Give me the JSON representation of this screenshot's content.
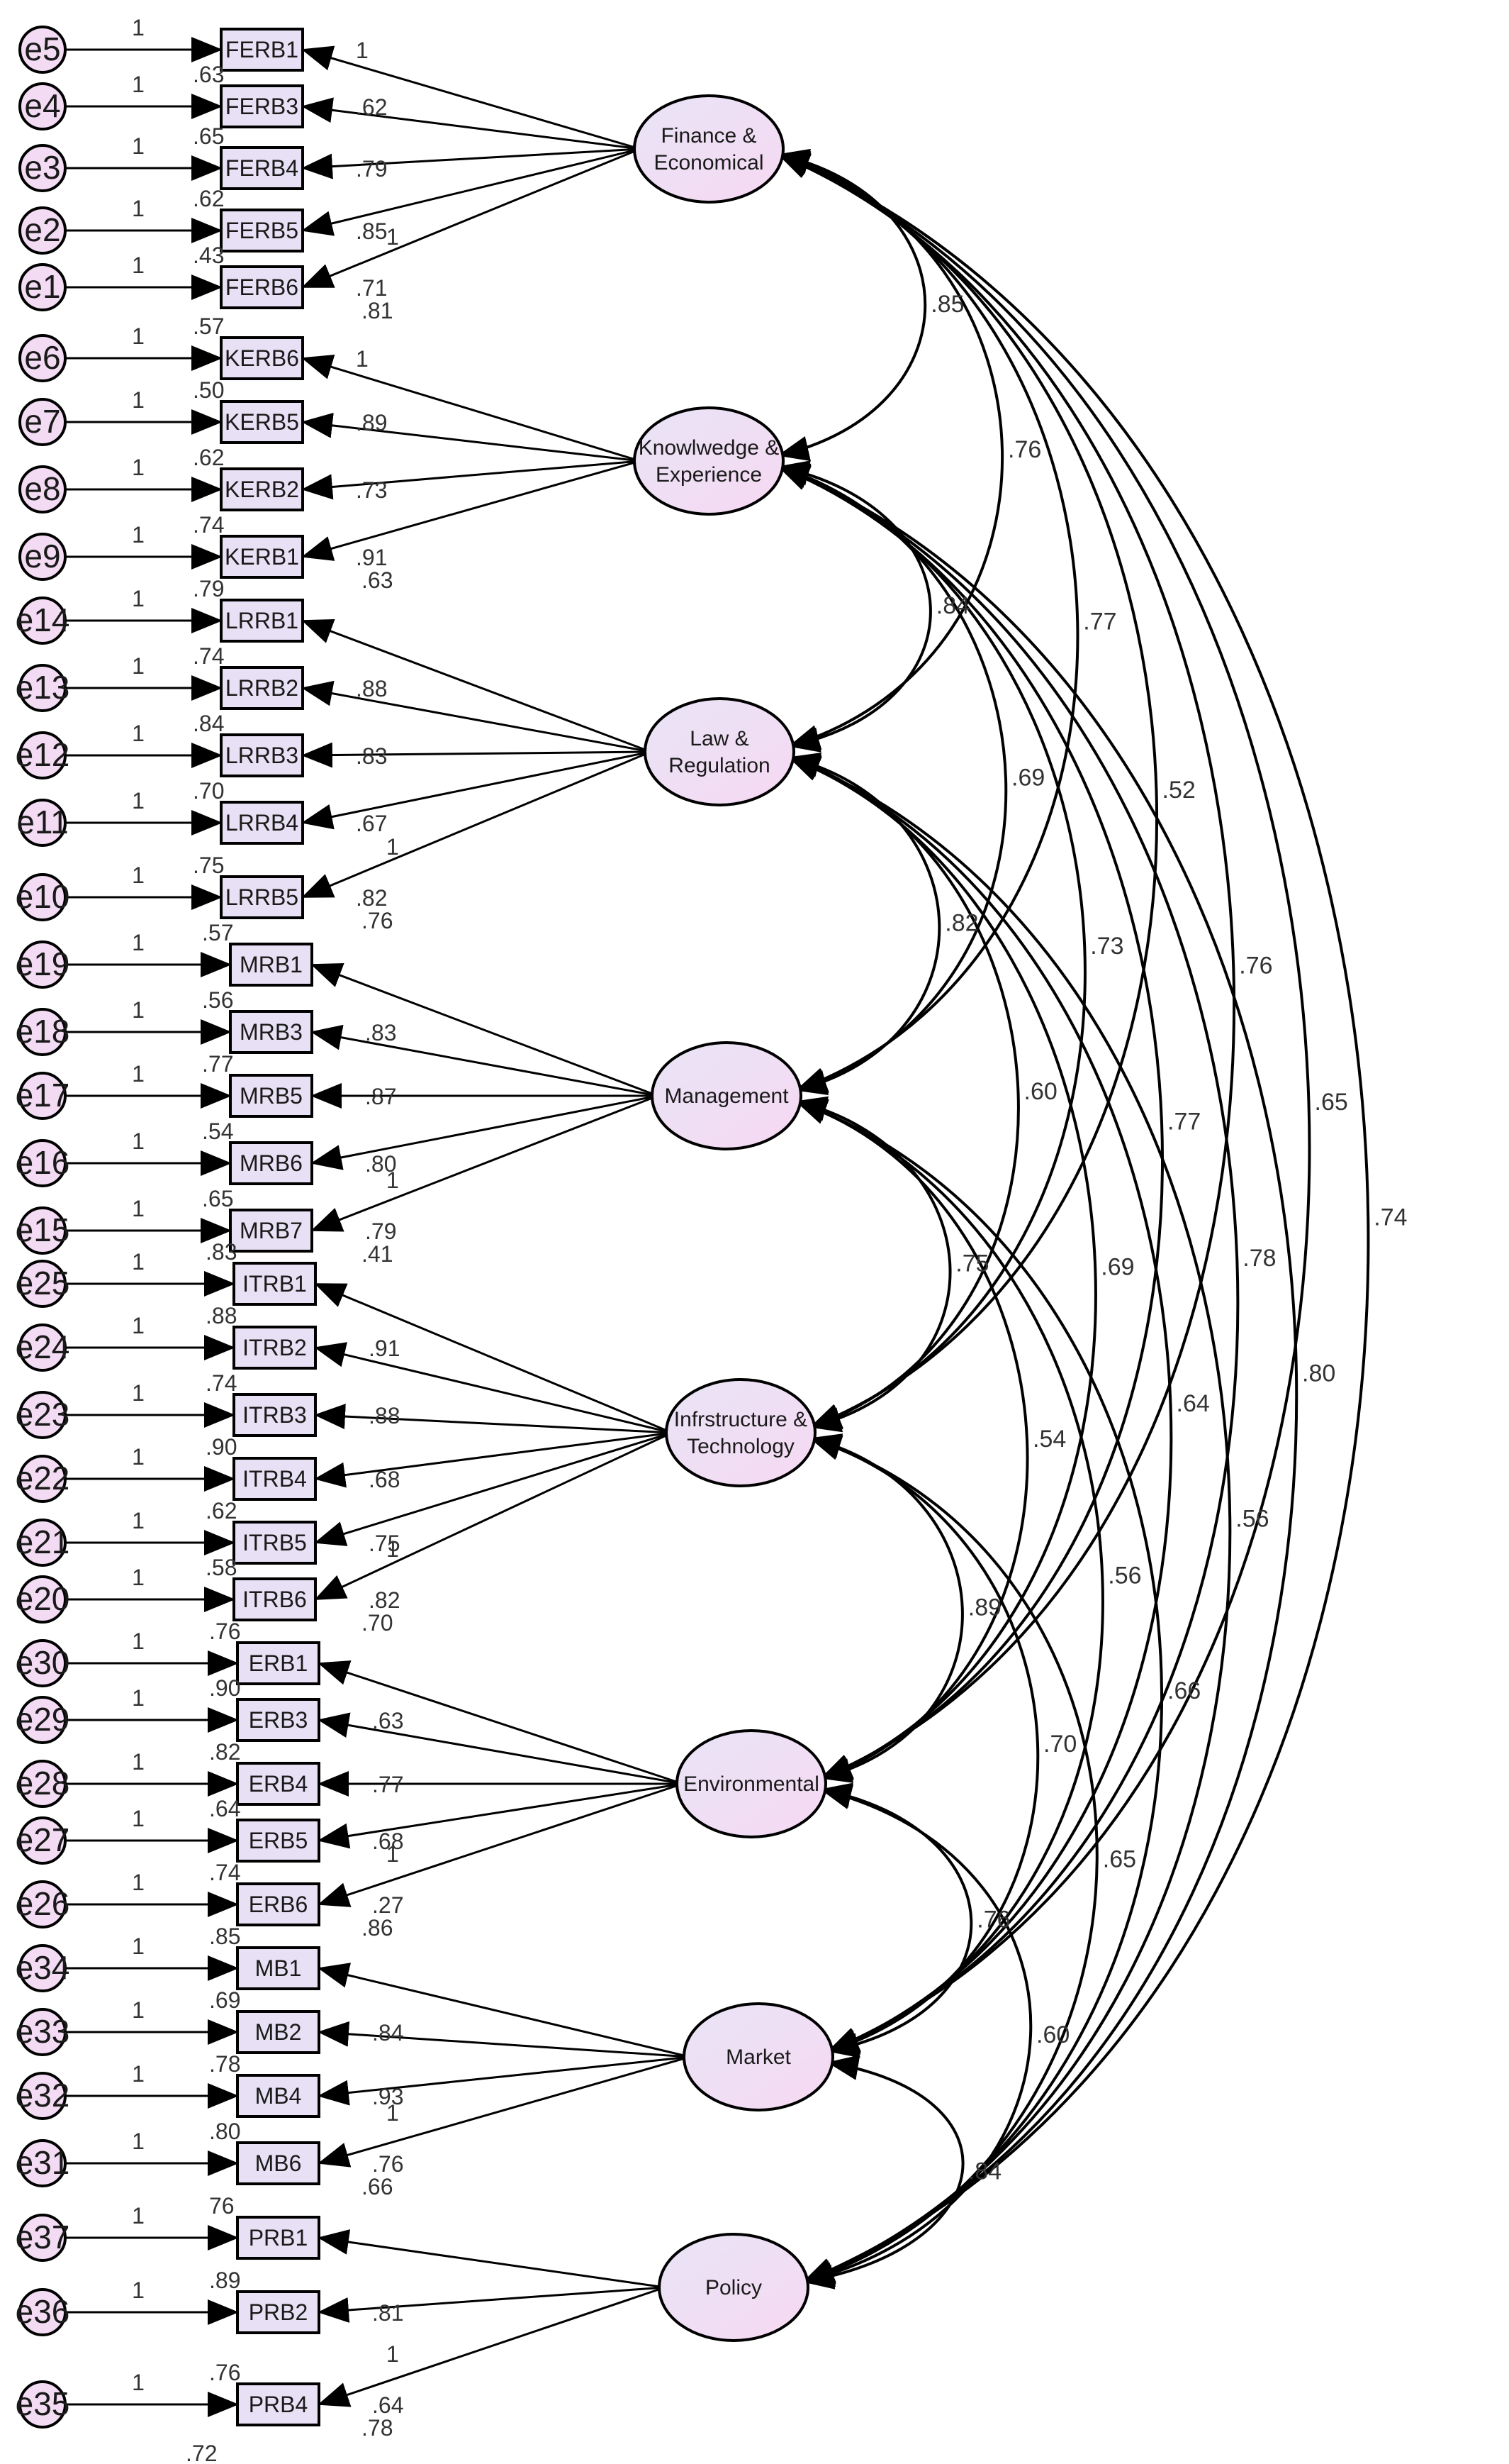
{
  "colors": {
    "node_fill": "#f3dcf3",
    "stroke": "#000000",
    "text": "#333333"
  },
  "latents": [
    {
      "id": "FE",
      "lines": [
        "Finance &",
        "Economical"
      ]
    },
    {
      "id": "KE",
      "lines": [
        "Knowlwedge &",
        "Experience"
      ]
    },
    {
      "id": "LR",
      "lines": [
        "Law &",
        "Regulation"
      ]
    },
    {
      "id": "MG",
      "lines": [
        "Management"
      ]
    },
    {
      "id": "IT",
      "lines": [
        "Infrstructure &",
        "Technology"
      ]
    },
    {
      "id": "EN",
      "lines": [
        "Environmental"
      ]
    },
    {
      "id": "MK",
      "lines": [
        "Market"
      ]
    },
    {
      "id": "PO",
      "lines": [
        "Policy"
      ]
    }
  ],
  "groups": [
    {
      "latent": "FE",
      "items": [
        {
          "error": "e5",
          "item": "FERB1",
          "r2": "",
          "loading": "1"
        },
        {
          "error": "e4",
          "item": "FERB3",
          "r2": ".63",
          "loading": ".62"
        },
        {
          "error": "e3",
          "item": "FERB4",
          "r2": ".65",
          "loading": ".79"
        },
        {
          "error": "e2",
          "item": "FERB5",
          "r2": ".62",
          "loading": ".85"
        },
        {
          "error": "e1",
          "item": "FERB6",
          "r2": ".43",
          "loading": ".71"
        }
      ],
      "fixed": "1",
      "last": ".81"
    },
    {
      "latent": "KE",
      "items": [
        {
          "error": "e6",
          "item": "KERB6",
          "r2": ".57",
          "loading": "1"
        },
        {
          "error": "e7",
          "item": "KERB5",
          "r2": ".50",
          "loading": ".89"
        },
        {
          "error": "e8",
          "item": "KERB2",
          "r2": ".62",
          "loading": ".73"
        },
        {
          "error": "e9",
          "item": "KERB1",
          "r2": ".74",
          "loading": ".91"
        }
      ],
      "fixed": "",
      "last": ".63"
    },
    {
      "latent": "LR",
      "items": [
        {
          "error": "e14",
          "item": "LRRB1",
          "r2": ".79",
          "loading": ""
        },
        {
          "error": "e13",
          "item": "LRRB2",
          "r2": ".74",
          "loading": ".88"
        },
        {
          "error": "e12",
          "item": "LRRB3",
          "r2": ".84",
          "loading": ".83"
        },
        {
          "error": "e11",
          "item": "LRRB4",
          "r2": ".70",
          "loading": ".67"
        },
        {
          "error": "e10",
          "item": "LRRB5",
          "r2": ".75",
          "loading": ".82"
        }
      ],
      "fixed": "1",
      "last": ".76"
    },
    {
      "latent": "MG",
      "items": [
        {
          "error": "e19",
          "item": "MRB1",
          "r2": ".57",
          "loading": ""
        },
        {
          "error": "e18",
          "item": "MRB3",
          "r2": ".56",
          "loading": ".83"
        },
        {
          "error": "e17",
          "item": "MRB5",
          "r2": ".77",
          "loading": ".87"
        },
        {
          "error": "e16",
          "item": "MRB6",
          "r2": ".54",
          "loading": ".80"
        },
        {
          "error": "e15",
          "item": "MRB7",
          "r2": ".65",
          "loading": ".79"
        }
      ],
      "fixed": "1",
      "last": ".41"
    },
    {
      "latent": "IT",
      "items": [
        {
          "error": "e25",
          "item": "ITRB1",
          "r2": ".83",
          "loading": ""
        },
        {
          "error": "e24",
          "item": "ITRB2",
          "r2": ".88",
          "loading": ".91"
        },
        {
          "error": "e23",
          "item": "ITRB3",
          "r2": ".74",
          "loading": ".88"
        },
        {
          "error": "e22",
          "item": "ITRB4",
          "r2": ".90",
          "loading": ".68"
        },
        {
          "error": "e21",
          "item": "ITRB5",
          "r2": ".62",
          "loading": ".75"
        },
        {
          "error": "e20",
          "item": "ITRB6",
          "r2": ".58",
          "loading": ".82"
        }
      ],
      "fixed": "1",
      "last": ".70"
    },
    {
      "latent": "EN",
      "items": [
        {
          "error": "e30",
          "item": "ERB1",
          "r2": ".76",
          "loading": ""
        },
        {
          "error": "e29",
          "item": "ERB3",
          "r2": ".90",
          "loading": ".63"
        },
        {
          "error": "e28",
          "item": "ERB4",
          "r2": ".82",
          "loading": ".77"
        },
        {
          "error": "e27",
          "item": "ERB5",
          "r2": ".64",
          "loading": ".68"
        },
        {
          "error": "e26",
          "item": "ERB6",
          "r2": ".74",
          "loading": ".27"
        }
      ],
      "fixed": "1",
      "last": ".86"
    },
    {
      "latent": "MK",
      "items": [
        {
          "error": "e34",
          "item": "MB1",
          "r2": ".85",
          "loading": ""
        },
        {
          "error": "e33",
          "item": "MB2",
          "r2": ".69",
          "loading": ".84"
        },
        {
          "error": "e32",
          "item": "MB4",
          "r2": ".78",
          "loading": ".93"
        },
        {
          "error": "e31",
          "item": "MB6",
          "r2": ".80",
          "loading": ".76"
        }
      ],
      "fixed": "1",
      "last": ".66"
    },
    {
      "latent": "PO",
      "items": [
        {
          "error": "e37",
          "item": "PRB1",
          "r2": "76",
          "loading": ""
        },
        {
          "error": "e36",
          "item": "PRB2",
          "r2": ".89",
          "loading": ".81"
        },
        {
          "error": "e35",
          "item": "PRB4",
          "r2": ".76",
          "loading": ".64"
        }
      ],
      "fixed": "1",
      "last": ".78",
      "extra_r2": ".72"
    }
  ],
  "error_weight": "1",
  "covariances": [
    {
      "a": "FE",
      "b": "KE",
      "value": ".85"
    },
    {
      "a": "FE",
      "b": "LR",
      "value": ".76"
    },
    {
      "a": "FE",
      "b": "MG",
      "value": ".77"
    },
    {
      "a": "FE",
      "b": "IT",
      "value": ".52"
    },
    {
      "a": "FE",
      "b": "EN",
      "value": ".76"
    },
    {
      "a": "FE",
      "b": "MK",
      "value": ".65"
    },
    {
      "a": "FE",
      "b": "PO",
      "value": ".74"
    },
    {
      "a": "KE",
      "b": "LR",
      "value": ".84"
    },
    {
      "a": "KE",
      "b": "MG",
      "value": ".69"
    },
    {
      "a": "KE",
      "b": "IT",
      "value": ".73"
    },
    {
      "a": "KE",
      "b": "EN",
      "value": ".77"
    },
    {
      "a": "KE",
      "b": "MK",
      "value": ".78"
    },
    {
      "a": "KE",
      "b": "PO",
      "value": ".80"
    },
    {
      "a": "LR",
      "b": "MG",
      "value": ".82"
    },
    {
      "a": "LR",
      "b": "IT",
      "value": ".60"
    },
    {
      "a": "LR",
      "b": "EN",
      "value": ".69"
    },
    {
      "a": "LR",
      "b": "MK",
      "value": ".64"
    },
    {
      "a": "LR",
      "b": "PO",
      "value": ".56"
    },
    {
      "a": "MG",
      "b": "IT",
      "value": ".75"
    },
    {
      "a": "MG",
      "b": "EN",
      "value": ".54"
    },
    {
      "a": "MG",
      "b": "MK",
      "value": ".56"
    },
    {
      "a": "MG",
      "b": "PO",
      "value": ".66"
    },
    {
      "a": "IT",
      "b": "EN",
      "value": ".89"
    },
    {
      "a": "IT",
      "b": "MK",
      "value": ".70"
    },
    {
      "a": "IT",
      "b": "PO",
      "value": ".65"
    },
    {
      "a": "EN",
      "b": "MK",
      "value": ".76"
    },
    {
      "a": "EN",
      "b": "PO",
      "value": ".60"
    },
    {
      "a": "MK",
      "b": "PO",
      "value": ".84"
    }
  ]
}
